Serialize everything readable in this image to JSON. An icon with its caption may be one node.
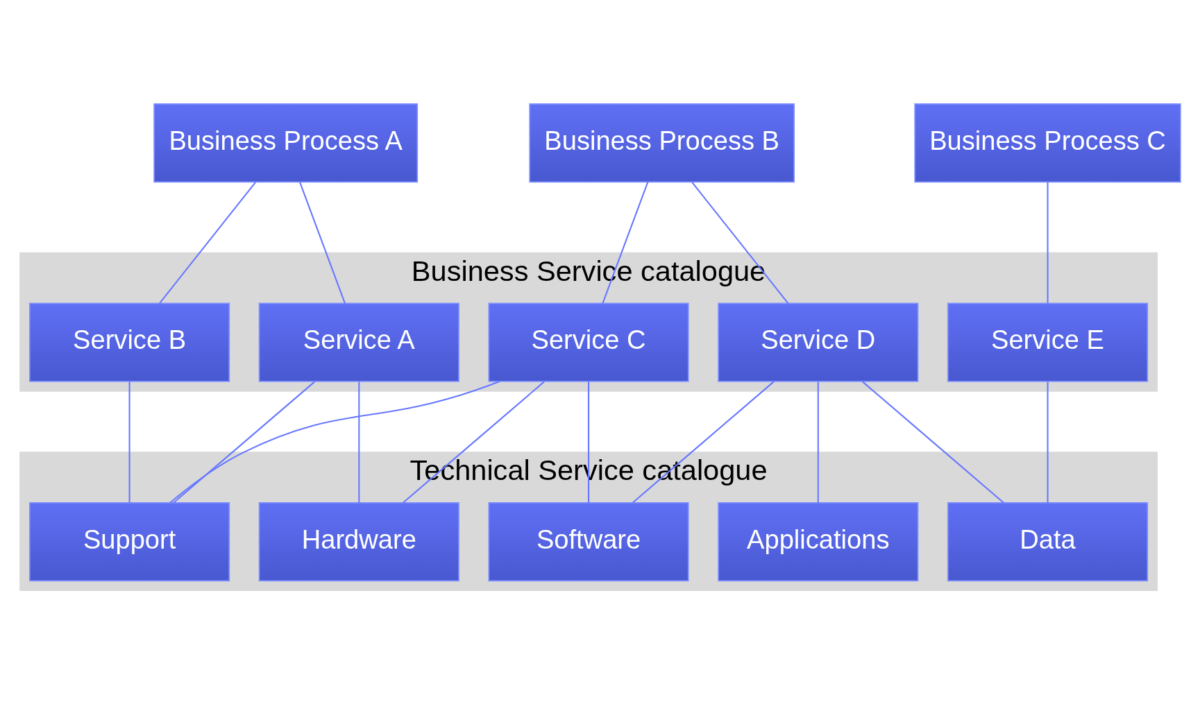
{
  "diagram": {
    "nodes": [
      {
        "text": [
          "Business Process A"
        ]
      },
      {
        "text": [
          "Business Process B"
        ]
      },
      {
        "text": [
          "Business Process C"
        ]
      },
      {
        "text": [
          "Business Service catalogue"
        ]
      },
      {
        "text": [
          "Service A"
        ],
        "in": 3
      },
      {
        "text": [
          "Service B"
        ],
        "in": 3
      },
      {
        "text": [
          "Service C"
        ],
        "in": 3
      },
      {
        "text": [
          "Service D"
        ],
        "in": 3
      },
      {
        "text": [
          "Service E"
        ],
        "in": 3
      },
      {
        "text": [
          "Technical Service catalogue"
        ]
      },
      {
        "text": [
          "Support"
        ],
        "in": 9
      },
      {
        "text": [
          "Hardware"
        ],
        "in": 9
      },
      {
        "text": [
          "Software"
        ],
        "in": 9
      },
      {
        "text": [
          "Applications"
        ],
        "in": 9
      },
      {
        "text": [
          "Data"
        ],
        "in": 9
      }
    ],
    "edges": [
      {
        "from": 0,
        "to": 4,
        "arrow": "none"
      },
      {
        "from": 0,
        "to": 5,
        "arrow": "none"
      },
      {
        "from": 1,
        "to": 6,
        "arrow": "none"
      },
      {
        "from": 1,
        "to": 7,
        "arrow": "none"
      },
      {
        "from": 2,
        "to": 8,
        "arrow": "none"
      },
      {
        "from": 4,
        "to": 10,
        "arrow": "none"
      },
      {
        "from": 4,
        "to": 11,
        "arrow": "none"
      },
      {
        "from": 5,
        "to": 10,
        "arrow": "none"
      },
      {
        "from": 6,
        "to": 10,
        "arrow": "none"
      },
      {
        "from": 6,
        "to": 11,
        "arrow": "none"
      },
      {
        "from": 6,
        "to": 12,
        "arrow": "none"
      },
      {
        "from": 7,
        "to": 12,
        "arrow": "none"
      },
      {
        "from": 7,
        "to": 13,
        "arrow": "none"
      },
      {
        "from": 7,
        "to": 14,
        "arrow": "none"
      },
      {
        "from": 8,
        "to": 14,
        "arrow": "none"
      }
    ]
  }
}
